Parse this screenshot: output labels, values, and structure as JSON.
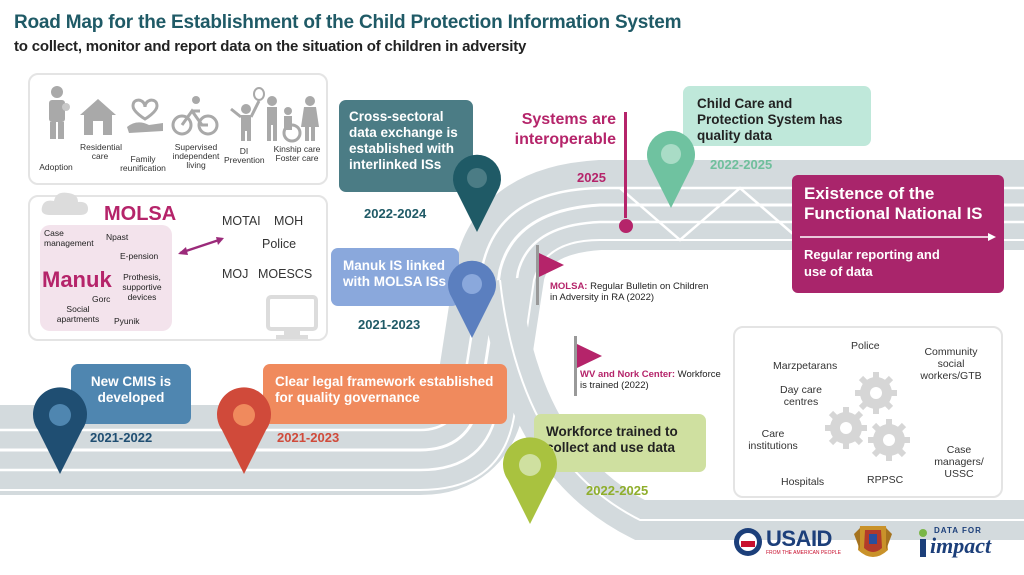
{
  "header": {
    "title": "Road Map for the Establishment of the Child Protection Information System",
    "subtitle": "to collect, monitor and report data on the situation of children in adversity"
  },
  "services": {
    "items": [
      {
        "label": "Adoption",
        "icon": "adoption-icon"
      },
      {
        "label": "Residential care",
        "icon": "residential-care-icon"
      },
      {
        "label": "Family reunification",
        "icon": "family-reunification-icon"
      },
      {
        "label": "Supervised independent living",
        "icon": "supervised-living-icon"
      },
      {
        "label": "DI Prevention",
        "icon": "di-prevention-icon"
      },
      {
        "label": "Kinship care Foster care",
        "icon": "kinship-foster-care-icon"
      }
    ]
  },
  "molsa_panel": {
    "molsa": "MOLSA",
    "manuk": "Manuk",
    "terms": [
      "Case management",
      "Npast",
      "E-pension",
      "Prothesis, supportive devices",
      "Gorc",
      "Social apartments",
      "Pyunik"
    ],
    "ministries": [
      "MOTAI",
      "MOH",
      "Police",
      "MOJ",
      "MOESCS"
    ]
  },
  "milestones": {
    "cross_sectoral": {
      "text": "Cross-sectoral data exchange is established with interlinked ISs",
      "year": "2022-2024"
    },
    "interoperable": {
      "text": "Systems are interoperable",
      "year": "2025"
    },
    "quality_data": {
      "text": "Child Care and Protection System has quality data",
      "year": "2022-2025"
    },
    "manuk_linked": {
      "text": "Manuk IS linked with MOLSA ISs",
      "year": "2021-2023"
    },
    "new_cmis": {
      "text": "New CMIS is developed",
      "year": "2021-2022"
    },
    "legal_framework": {
      "text": "Clear legal framework established for quality governance",
      "year": "2021-2023"
    },
    "workforce": {
      "text": "Workforce trained to collect and use data",
      "year": "2022-2025"
    }
  },
  "final_goal": {
    "title": "Existence of the Functional National IS",
    "text": "Regular reporting and use of data"
  },
  "flags": {
    "molsa_bulletin": {
      "bold": "MOLSA:",
      "text": "Regular Bulletin on Children in Adversity in RA (2022)"
    },
    "wv_nork": {
      "bold": "WV and Nork Center:",
      "text": "Workforce is trained (2022)"
    }
  },
  "actors": [
    "Police",
    "Marzpetarans",
    "Community social workers/GTB",
    "Day care centres",
    "Care institutions",
    "Hospitals",
    "RPPSC",
    "Case managers/ USSC"
  ],
  "logos": {
    "usaid": "USAID",
    "usaid_tagline": "FROM THE AMERICAN PEOPLE",
    "dfi_top": "DATA FOR",
    "dfi_bottom": "impact"
  },
  "colors": {
    "teal_dark": "#1f5a66",
    "teal": "#4b7c85",
    "magenta": "#b5246a",
    "mint": "#9fd8c2",
    "lavender": "#8aa8dc",
    "navy": "#1f4e72",
    "steel": "#4f86b0",
    "orange": "#f08a5d",
    "red": "#d04a3a",
    "lime": "#cfe0a0",
    "olive": "#a9c23f",
    "road": "#d3dadd"
  }
}
